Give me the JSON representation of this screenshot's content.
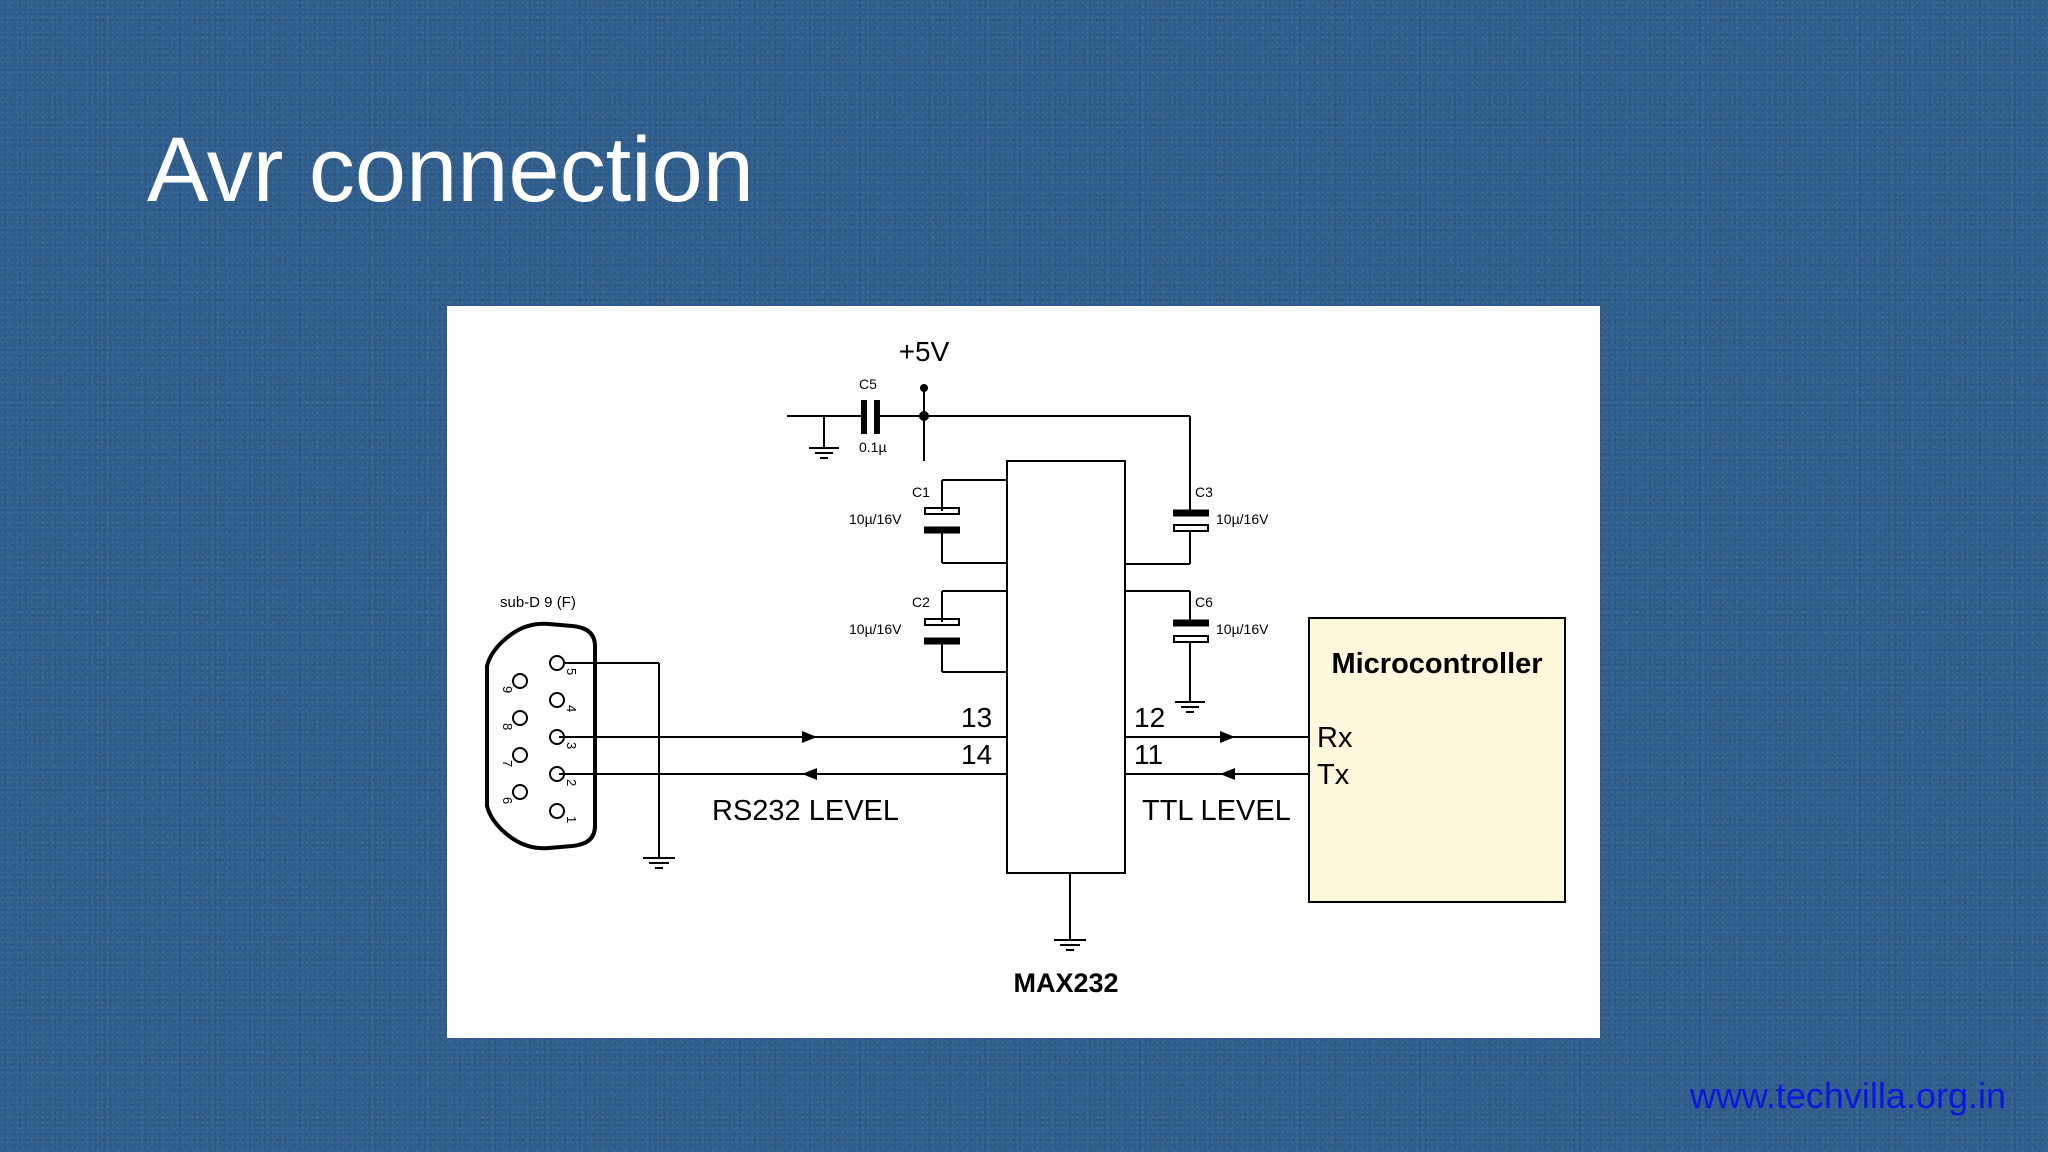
{
  "slide": {
    "title": "Avr connection",
    "footer_link": "www.techvilla.org.in"
  },
  "schematic": {
    "supply_label": "+5V",
    "chip_label": "MAX232",
    "connector_label": "sub-D 9 (F)",
    "mcu_label": "Microcontroller",
    "mcu_rx": "Rx",
    "mcu_tx": "Tx",
    "rs232_level": "RS232 LEVEL",
    "ttl_level": "TTL LEVEL",
    "pins": {
      "p13": "13",
      "p14": "14",
      "p12": "12",
      "p11": "11"
    },
    "capacitors": {
      "c5_name": "C5",
      "c5_value": "0.1µ",
      "c1_name": "C1",
      "c1_value": "10µ/16V",
      "c2_name": "C2",
      "c2_value": "10µ/16V",
      "c3_name": "C3",
      "c3_value": "10µ/16V",
      "c6_name": "C6",
      "c6_value": "10µ/16V"
    },
    "db9_pins": {
      "n1": "1",
      "n2": "2",
      "n3": "3",
      "n4": "4",
      "n5": "5",
      "n6": "6",
      "n7": "7",
      "n8": "8",
      "n9": "9"
    },
    "colors": {
      "mcu_fill": "#fdf8dc",
      "panel_bg": "#ffffff",
      "link": "#0a18e0"
    }
  }
}
